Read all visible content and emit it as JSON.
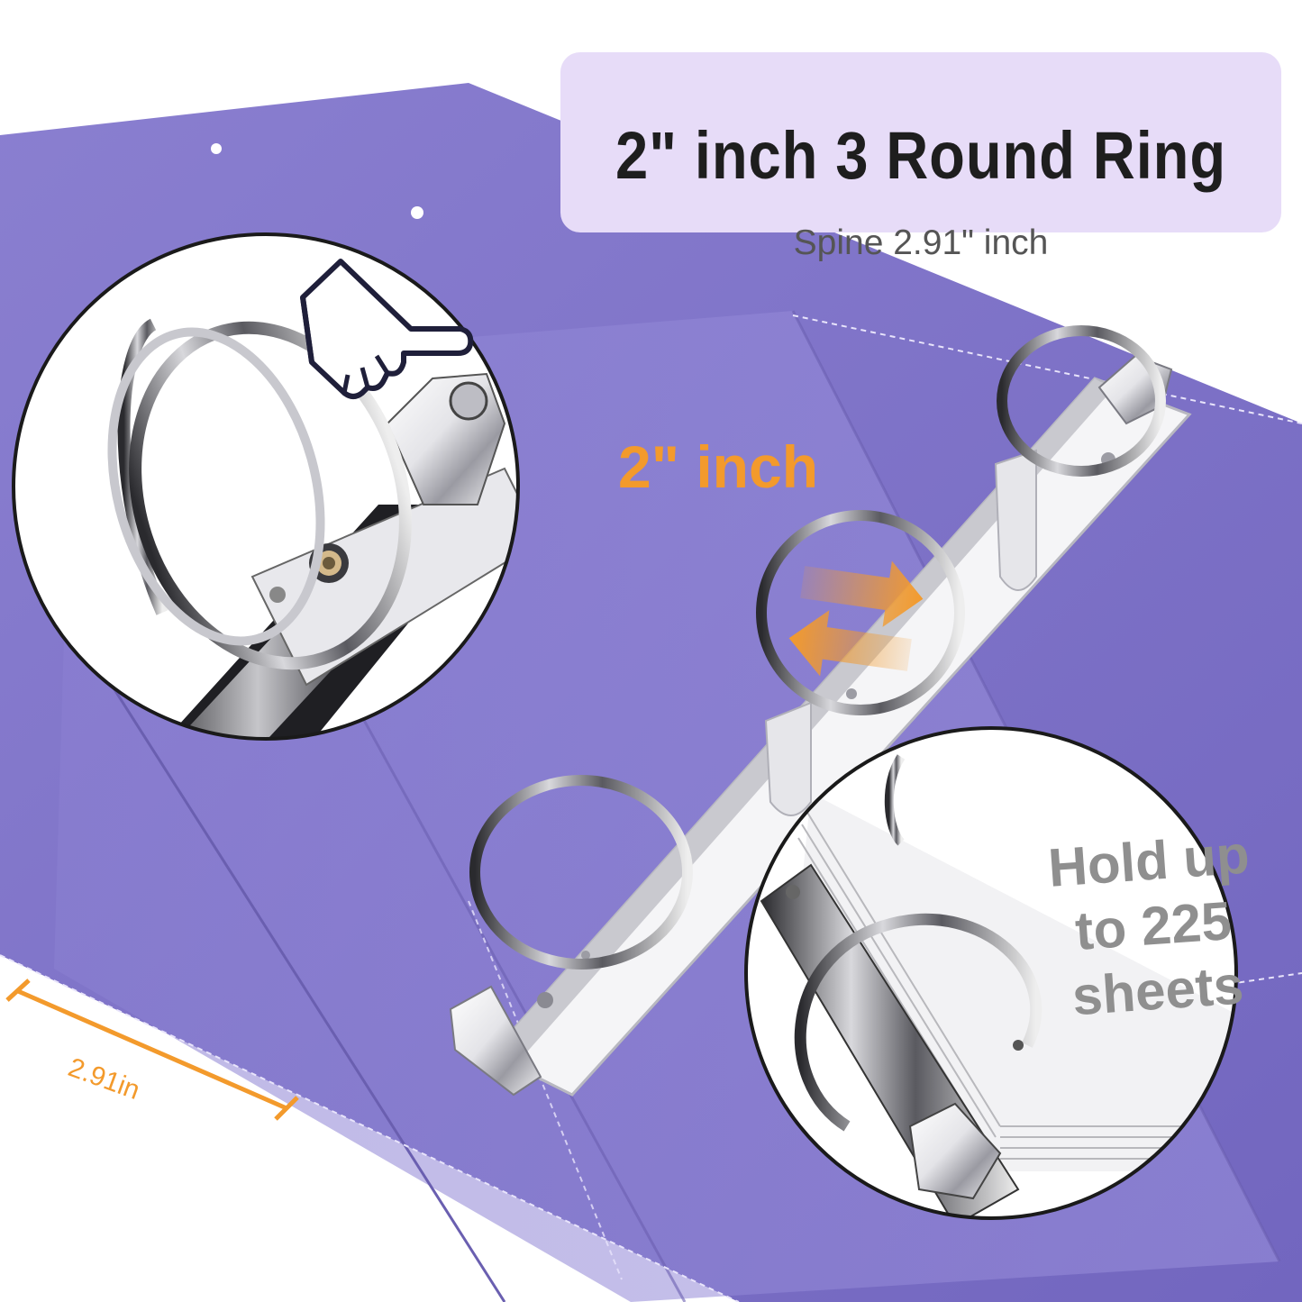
{
  "title": {
    "main": "2\" inch 3 Round Ring",
    "sub": "Spine 2.91\" inch"
  },
  "callouts": {
    "ring_size": "2\" inch",
    "capacity": "Hold up to 225 sheets",
    "spine_width": "2.91in"
  },
  "icons": {
    "pointer": "pointing-hand-icon",
    "arrows": "double-arrow-icon",
    "dimension": "dimension-line-icon"
  },
  "colors": {
    "binder": "#7e72c6",
    "binder_light": "#9d92d8",
    "title_bg": "#e7dcf8",
    "accent": "#f39a2c",
    "chrome": "#d8d8dc"
  }
}
